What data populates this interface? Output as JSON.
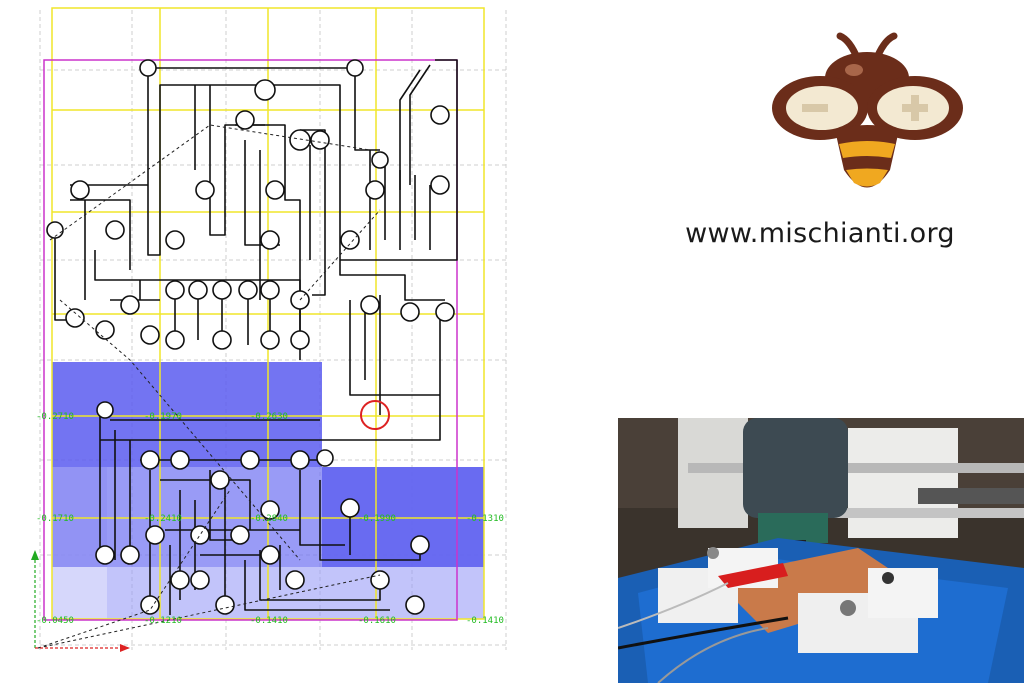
{
  "cam_view": {
    "height_map_labels": {
      "row_a": [
        "-0.2710",
        "-0.1970",
        "-0.2630"
      ],
      "row_b": [
        "-0.1710",
        "-0.2410",
        "-0.2840",
        "-0.1990",
        "-0.1310"
      ],
      "row_c": [
        "-0.0450",
        "-0.1210",
        "-0.1410",
        "-0.1610",
        "-0.1410"
      ]
    },
    "colors": {
      "grid_yellow": "#f0e62a",
      "board_outline": "#cc33cc",
      "trace": "#111111",
      "heatmap": "#5a5cf0",
      "tool_marker": "#dd2222",
      "axis_y": "#22aa22",
      "axis_x": "#dd2222"
    }
  },
  "branding": {
    "logo": "bee-logo-icon",
    "url": "www.mischianti.org",
    "colors": {
      "brown": "#6b2d1a",
      "amber": "#f0a820",
      "cream": "#f3e9d2"
    }
  },
  "photo": {
    "subject": "cnc-engraving-photo",
    "colors": {
      "bed_blue": "#1a5fb4",
      "copper": "#c97a4a",
      "white_parts": "#f0f0f0"
    }
  }
}
